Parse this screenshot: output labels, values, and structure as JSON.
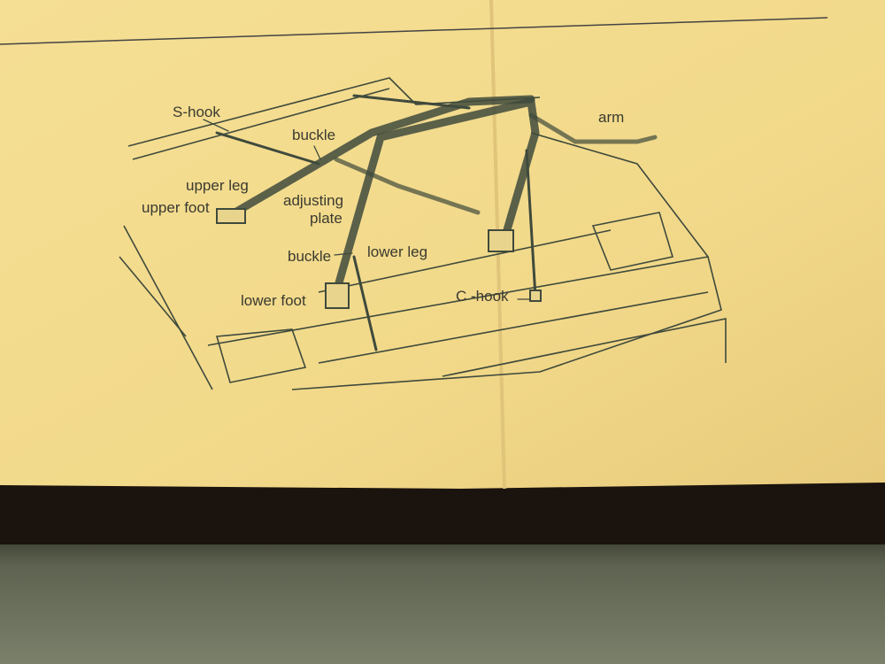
{
  "colors": {
    "paper": "#f3dc8e",
    "ink": "#3f4a3c",
    "shadow": "#1b140e",
    "carpet": "#6f7560"
  },
  "labels": {
    "s_hook": "S-hook",
    "buckle_upper": "buckle",
    "arm": "arm",
    "upper_leg": "upper leg",
    "upper_foot": "upper foot",
    "adjusting_plate_1": "adjusting",
    "adjusting_plate_2": "plate",
    "buckle_lower": "buckle",
    "lower_leg": "lower leg",
    "lower_foot": "lower foot",
    "c_hook": "C -hook"
  }
}
